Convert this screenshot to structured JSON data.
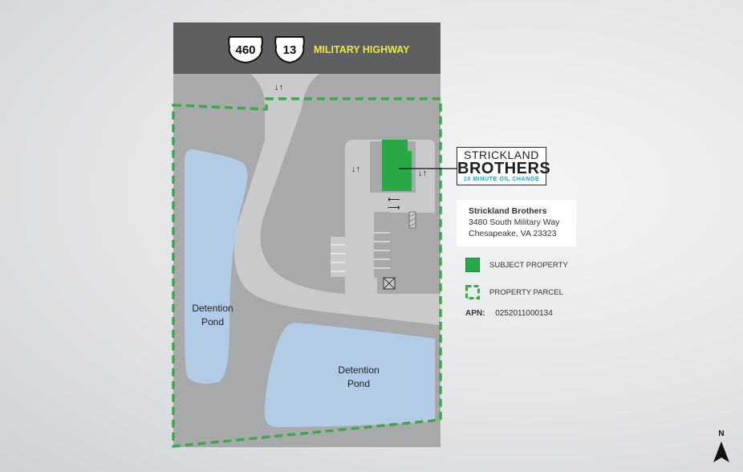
{
  "highway": {
    "route_460": "460",
    "route_13": "13",
    "name": "MILITARY HIGHWAY"
  },
  "ponds": [
    {
      "label_line1": "Detention",
      "label_line2": "Pond"
    },
    {
      "label_line1": "Detention",
      "label_line2": "Pond"
    }
  ],
  "logo": {
    "line1": "STRICKLAND",
    "line2": "BROTHERS",
    "line3": "10 MINUTE OIL CHANGE"
  },
  "address": {
    "name": "Strickland Brothers",
    "street": "3480 South Military Way",
    "city": "Chesapeake, VA 23323"
  },
  "legend": {
    "subject": "SUBJECT PROPERTY",
    "parcel": "PROPERTY PARCEL",
    "apn_label": "APN:",
    "apn_value": "0252011000134"
  },
  "compass": {
    "label": "N"
  },
  "colors": {
    "road_dark": "#5e5f61",
    "lot_gray": "#a8a9ab",
    "drive_light": "#c9cacb",
    "pond_blue": "#b2cbe6",
    "subject_green": "#28a847",
    "parcel_dash": "#3fa848",
    "highway_text": "#f2e83a"
  }
}
